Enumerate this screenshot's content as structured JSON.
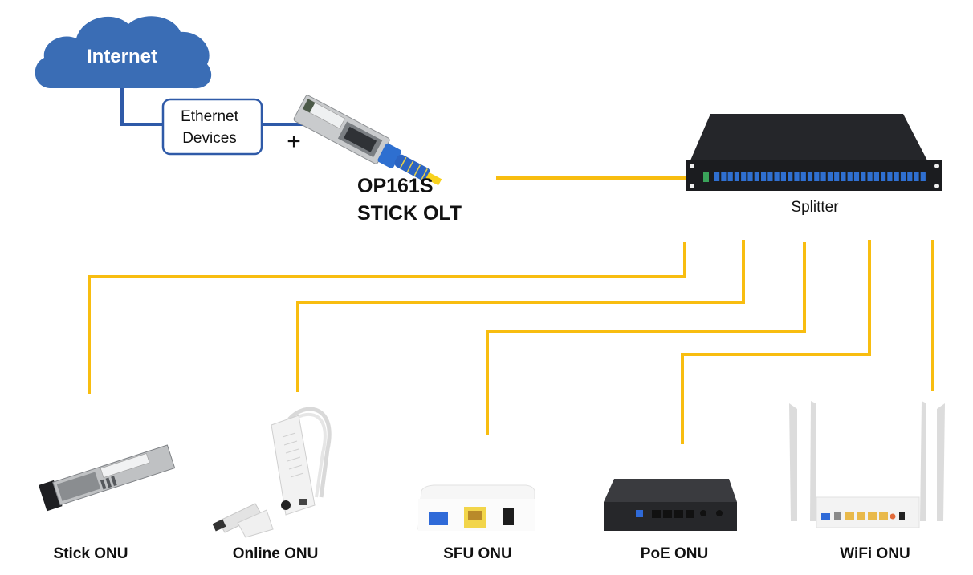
{
  "colors": {
    "cloud_blue": "#3a6db5",
    "ethernet_line": "#2f5aa8",
    "fiber_yellow": "#f8bd10",
    "text_dark": "#111111",
    "splitter_body": "#1c1d20",
    "splitter_port": "#2f6fd0",
    "sfu_port_yellow": "#f2c94c"
  },
  "internet": {
    "label": "Internet"
  },
  "ethernet_devices": {
    "line1": "Ethernet",
    "line2": "Devices"
  },
  "plus_symbol": "+",
  "olt": {
    "line1": "OP161S",
    "line2": "STICK OLT"
  },
  "splitter": {
    "label": "Splitter",
    "port_count": 32
  },
  "onus": [
    {
      "label": "Stick ONU"
    },
    {
      "label": "Online ONU"
    },
    {
      "label": "SFU ONU"
    },
    {
      "label": "PoE ONU"
    },
    {
      "label": "WiFi ONU"
    }
  ]
}
